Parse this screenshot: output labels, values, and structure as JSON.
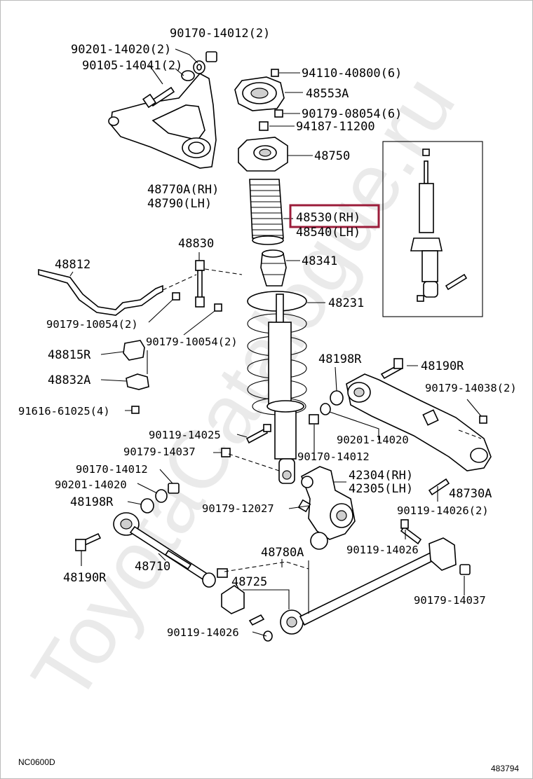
{
  "watermark": "ToyotaCatalogue.ru",
  "corner": {
    "left": "NC0600D",
    "right": "483794"
  },
  "highlighted_part": "48530 (RH)",
  "labels": {
    "p90170_14012_top": "90170-14012(2)",
    "p90201_14020_top": "90201-14020(2)",
    "p90105_14041": "90105-14041(2)",
    "p94110_40800": "94110-40800(6)",
    "p48553a": "48553A",
    "p90179_08054": "90179-08054(6)",
    "p94187_11200": "94187-11200",
    "p48750": "48750",
    "p48770a": "48770A(RH)",
    "p48790": "48790(LH)",
    "p48530": "48530(RH)",
    "p48540": "48540(LH)",
    "p48830": "48830",
    "p48812": "48812",
    "p48341": "48341",
    "p48231": "48231",
    "p90179_10054_a": "90179-10054(2)",
    "p90179_10054_b": "90179-10054(2)",
    "p48815r": "48815R",
    "p48198r_top": "48198R",
    "p48190r_top": "48190R",
    "p48832a": "48832A",
    "p90179_14038": "90179-14038(2)",
    "p91616_61025": "91616-61025(4)",
    "p90119_14025": "90119-14025",
    "p90201_14020_mid": "90201-14020",
    "p90179_14037_left": "90179-14037",
    "p90170_14012_mid": "90170-14012",
    "p90170_14012_left": "90170-14012",
    "p42304": "42304(RH)",
    "p42305": "42305(LH)",
    "p90201_14020_left": "90201-14020",
    "p48730a": "48730A",
    "p48198r_left": "48198R",
    "p90119_14026_right": "90119-14026(2)",
    "p90179_12027": "90179-12027",
    "p48780a": "48780A",
    "p48710": "48710",
    "p90119_14026_mid": "90119-14026",
    "p48190r_left": "48190R",
    "p48725": "48725",
    "p90179_14037_right": "90179-14037",
    "p90119_14026_bottom": "90119-14026"
  }
}
